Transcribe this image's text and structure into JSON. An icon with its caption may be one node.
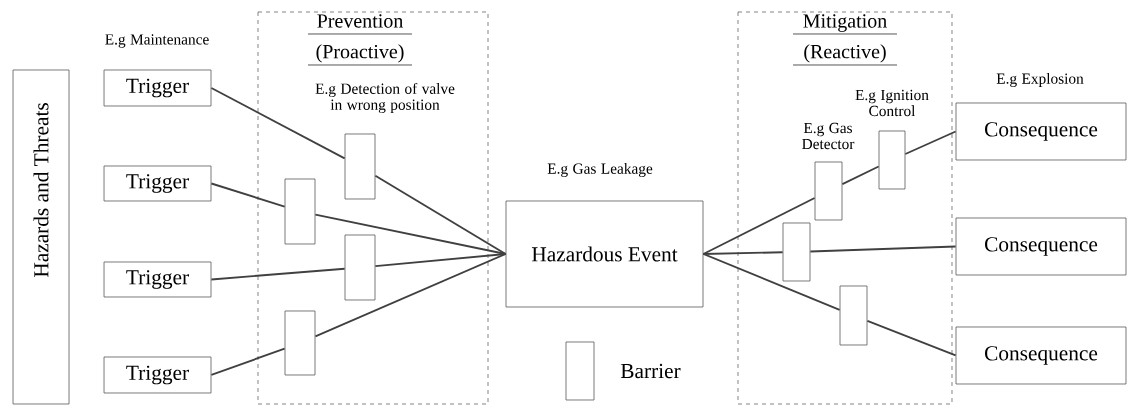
{
  "diagram": {
    "nodes": [
      {
        "text": [
          "Hazards and Threats"
        ]
      },
      {
        "text": [
          "Trigger"
        ],
        "beside": [
          "E.g Maintenance"
        ]
      },
      {
        "text": [
          "Trigger"
        ]
      },
      {
        "text": [
          "Trigger"
        ]
      },
      {
        "text": [
          "Trigger"
        ]
      },
      {
        "text": [
          "Prevention (Proactive)"
        ]
      },
      {
        "text": [],
        "shape": "box",
        "in": 5,
        "beside": [
          "E.g Detection of valve in wrong position"
        ]
      },
      {
        "text": [],
        "shape": "box",
        "in": 5
      },
      {
        "text": [],
        "shape": "box",
        "in": 5
      },
      {
        "text": [],
        "shape": "box",
        "in": 5
      },
      {
        "text": [
          "Hazardous Event"
        ],
        "beside": [
          "E.g Gas Leakage"
        ]
      },
      {
        "text": [
          "Mitigation (Reactive)"
        ]
      },
      {
        "text": [],
        "shape": "box",
        "in": 11,
        "beside": [
          "E.g Gas Detector"
        ]
      },
      {
        "text": [],
        "shape": "box",
        "in": 11,
        "beside": [
          "E.g Ignition Control"
        ]
      },
      {
        "text": [],
        "shape": "box",
        "in": 11
      },
      {
        "text": [],
        "shape": "box",
        "in": 11
      },
      {
        "text": [
          "Consequence"
        ],
        "beside": [
          "E.g Explosion"
        ]
      },
      {
        "text": [
          "Consequence"
        ]
      },
      {
        "text": [
          "Consequence"
        ]
      }
    ],
    "edges": [
      {
        "from": 1,
        "to": 6,
        "arrow": "none"
      },
      {
        "from": 6,
        "to": 10,
        "arrow": "none"
      },
      {
        "from": 2,
        "to": 7,
        "arrow": "none"
      },
      {
        "from": 7,
        "to": 10,
        "arrow": "none"
      },
      {
        "from": 3,
        "to": 8,
        "arrow": "none"
      },
      {
        "from": 8,
        "to": 10,
        "arrow": "none"
      },
      {
        "from": 4,
        "to": 9,
        "arrow": "none"
      },
      {
        "from": 9,
        "to": 10,
        "arrow": "none"
      },
      {
        "from": 10,
        "to": 12,
        "arrow": "none"
      },
      {
        "from": 12,
        "to": 13,
        "arrow": "none"
      },
      {
        "from": 13,
        "to": 16,
        "arrow": "none"
      },
      {
        "from": 10,
        "to": 14,
        "arrow": "none"
      },
      {
        "from": 14,
        "to": 17,
        "arrow": "none"
      },
      {
        "from": 10,
        "to": 15,
        "arrow": "none"
      },
      {
        "from": 15,
        "to": 18,
        "arrow": "none"
      }
    ],
    "legend": [
      {
        "text": "Barrier"
      }
    ]
  }
}
